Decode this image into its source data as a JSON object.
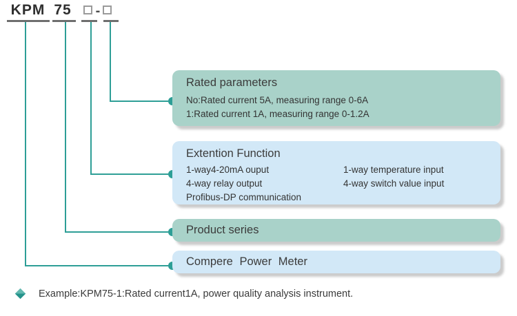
{
  "header": {
    "prefix": "KPM",
    "series": "75",
    "dash": "-"
  },
  "boxes": {
    "rated_parameters": {
      "title": "Rated parameters",
      "lines": [
        "No:Rated current 5A, measuring range 0-6A",
        "1:Rated current 1A, measuring range 0-1.2A"
      ]
    },
    "extension_function": {
      "title": "Extention Function",
      "left_column": [
        "1-way4-20mA ouput",
        "4-way relay output",
        "Profibus-DP communication"
      ],
      "right_column": [
        "1-way temperature input",
        "4-way switch value input"
      ]
    },
    "product_series": {
      "title": "Product series"
    },
    "meter": {
      "title": "Compere Power Meter"
    }
  },
  "example": {
    "text": "Example:KPM75-1:Rated current1A, power quality analysis instrument."
  },
  "colors": {
    "teal_line": "#2d9e96",
    "box_teal": "#a9d2c9",
    "box_blue": "#d2e8f7",
    "underline_gray": "#6e6e6e",
    "text_dark": "#3a3a3a"
  }
}
